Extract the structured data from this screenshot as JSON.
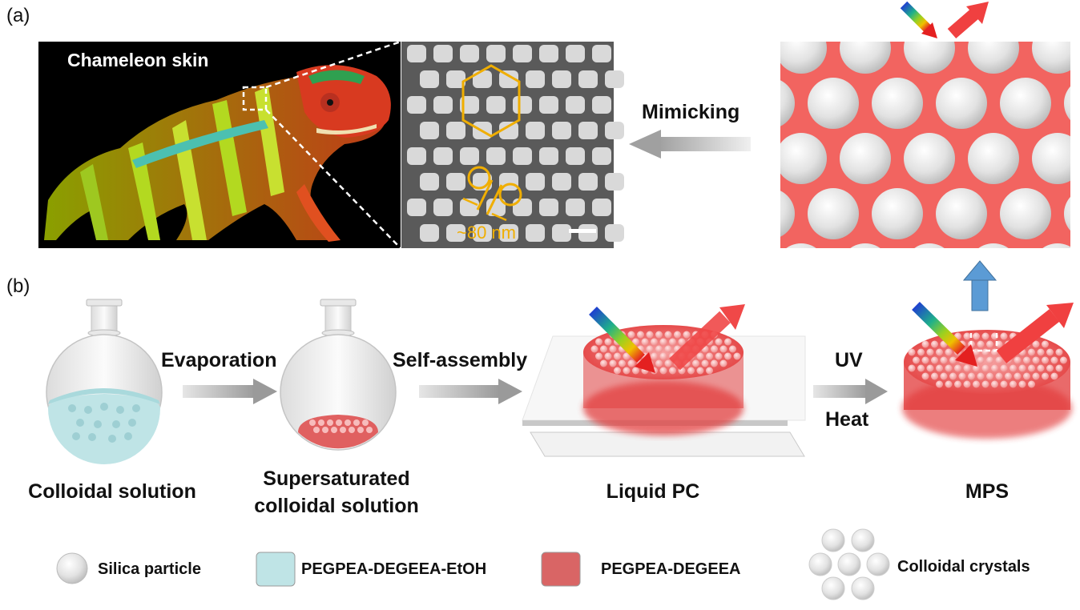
{
  "panel_a": {
    "letter": "(a)",
    "photo_label": "Chameleon skin",
    "scale_annotation": "~80 nm",
    "arrow_label": "Mimicking"
  },
  "panel_b": {
    "letter": "(b)",
    "steps": [
      {
        "caption_line1": "Colloidal solution",
        "caption_line2": ""
      },
      {
        "caption_line1": "Supersaturated",
        "caption_line2": "colloidal solution"
      },
      {
        "caption_line1": "Liquid PC",
        "caption_line2": ""
      },
      {
        "caption_line1": "MPS",
        "caption_line2": ""
      }
    ],
    "arrows": {
      "evaporation": "Evaporation",
      "self_assembly": "Self-assembly",
      "uv": "UV",
      "heat": "Heat"
    }
  },
  "legend": {
    "silica": "Silica particle",
    "ethanol_mix": "PEGPEA-DEGEEA-EtOH",
    "monomer": "PEGPEA-DEGEEA",
    "crystals": "Colloidal crystals"
  },
  "colors": {
    "photonic_red": "#f26460",
    "solution_blue": "#bfe4e6",
    "monomer_red": "#d96565",
    "arrow_gray": "#a8a8a8",
    "hexagon_orange": "#f0ae00",
    "up_arrow_blue": "#5b9bd5"
  }
}
